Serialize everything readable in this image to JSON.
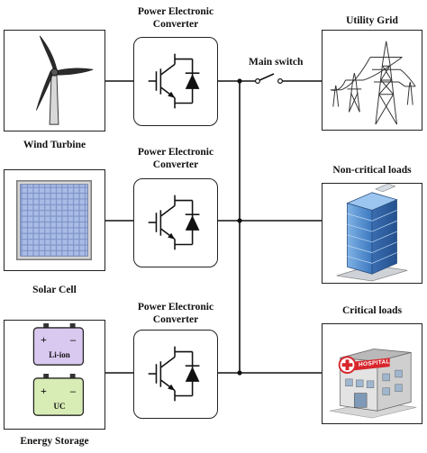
{
  "sources": [
    {
      "label": "Wind Turbine",
      "icon": "wind-turbine-icon"
    },
    {
      "label": "Solar Cell",
      "icon": "solar-panel-icon"
    },
    {
      "label": "Energy Storage",
      "icon": "battery-icon",
      "batteries": [
        {
          "label": "Li-ion",
          "plus": "+",
          "minus": "–"
        },
        {
          "label": "UC",
          "plus": "+",
          "minus": "–"
        }
      ]
    }
  ],
  "converters": [
    {
      "label_line1": "Power Electronic",
      "label_line2": "Converter"
    },
    {
      "label_line1": "Power Electronic",
      "label_line2": "Converter"
    },
    {
      "label_line1": "Power Electronic",
      "label_line2": "Converter"
    }
  ],
  "loads": [
    {
      "label": "Utility Grid",
      "icon": "transmission-tower-icon"
    },
    {
      "label": "Non-critical loads",
      "icon": "office-building-icon"
    },
    {
      "label": "Critical loads",
      "icon": "hospital-icon",
      "sign": "HOSPITAL"
    }
  ],
  "main_switch": {
    "label": "Main switch"
  }
}
